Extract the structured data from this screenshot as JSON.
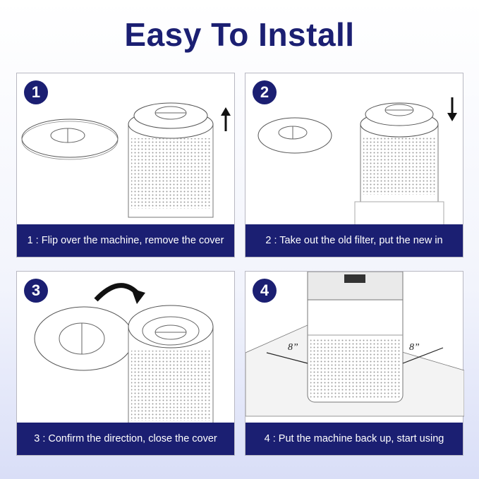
{
  "title": "Easy To Install",
  "steps": [
    {
      "number": "1",
      "caption": "1 : Flip over the machine, remove the cover"
    },
    {
      "number": "2",
      "caption": "2 : Take out the old filter, put the new in"
    },
    {
      "number": "3",
      "caption": "3 : Confirm the direction, close the cover"
    },
    {
      "number": "4",
      "caption": "4 : Put the machine back up, start using"
    }
  ],
  "clearance": {
    "left": "8”",
    "right": "8”"
  },
  "colors": {
    "accent": "#1b1f72",
    "panel_border": "#b8b8c2"
  },
  "icons": [
    "arrow-up-icon",
    "arrow-down-icon",
    "curved-arrow-icon"
  ]
}
